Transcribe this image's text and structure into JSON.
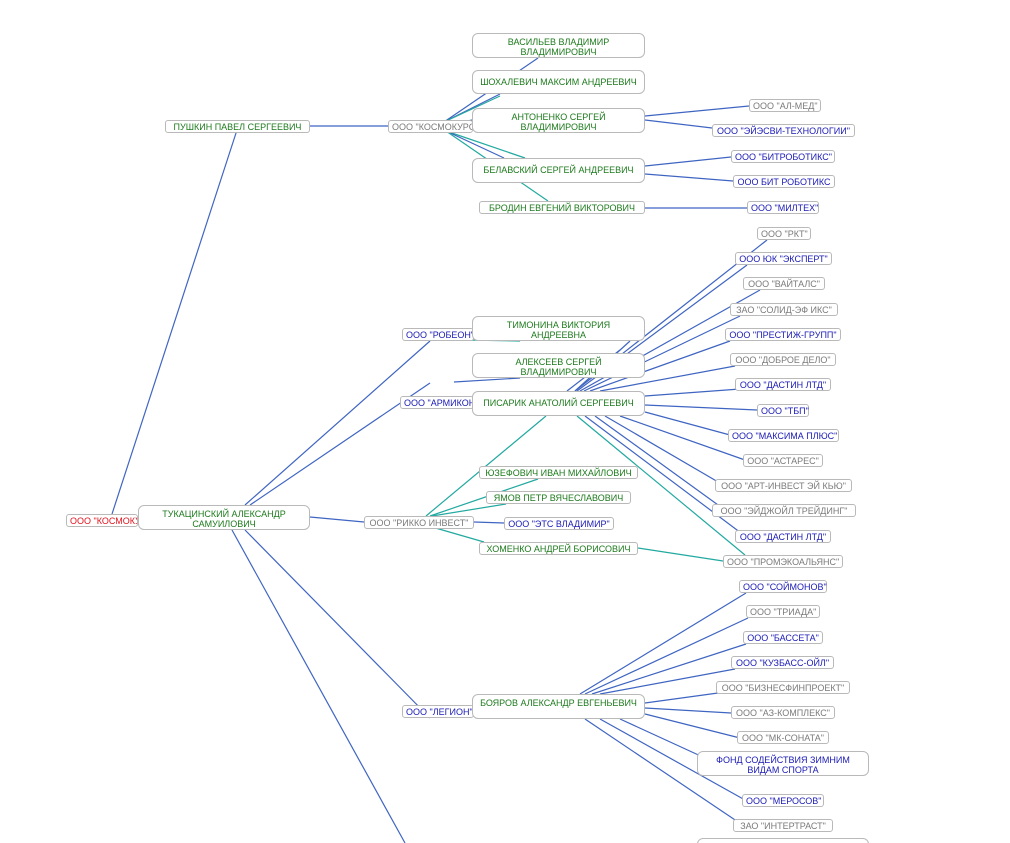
{
  "colors": {
    "company_edge": "#3f65c2",
    "person_edge": "#22a9a0",
    "person_text": "#1d7a1d",
    "company_text_active": "#1a1ab5",
    "company_text_inactive": "#7a7a7a",
    "root_text": "#e0141e",
    "node_border": "#b9b9b9"
  },
  "nodes": {
    "root": {
      "label": "ООО \"КОСМОКУ"
    },
    "pushkin": {
      "label": "ПУШКИН ПАВЕЛ СЕРГЕЕВИЧ"
    },
    "kosmokur": {
      "label": "ООО \"КОСМОКУРС"
    },
    "vasiliev": {
      "label": "ВАСИЛЬЕВ ВЛАДИМИР ВЛАДИМИРОВИЧ"
    },
    "shokhalevich": {
      "label": "ШОХАЛЕВИЧ МАКСИМ АНДРЕЕВИЧ"
    },
    "antonenko": {
      "label": "АНТОНЕНКО СЕРГЕЙ ВЛАДИМИРОВИЧ"
    },
    "al_med": {
      "label": "ООО \"АЛ-МЕД\""
    },
    "eisvi": {
      "label": "ООО \"ЭЙЭСВИ-ТЕХНОЛОГИИ\""
    },
    "belavsky": {
      "label": "БЕЛАВСКИЙ СЕРГЕЙ АНДРЕЕВИЧ"
    },
    "bitrobotiks": {
      "label": "ООО \"БИТРОБОТИКС\""
    },
    "bit_robotiks": {
      "label": "ООО БИТ РОБОТИКС"
    },
    "brodin": {
      "label": "БРОДИН ЕВГЕНИЙ ВИКТОРОВИЧ"
    },
    "milteh": {
      "label": "ООО \"МИЛТЕХ\""
    },
    "rkt": {
      "label": "ООО \"РКТ\""
    },
    "yuk_expert": {
      "label": "ООО ЮК \"ЭКСПЕРТ\""
    },
    "vaitals": {
      "label": "ООО \"ВАЙТАЛС\""
    },
    "solid_ef": {
      "label": "ЗАО \"СОЛИД-ЭФ ИКС\""
    },
    "prestizh": {
      "label": "ООО \"ПРЕСТИЖ-ГРУПП\""
    },
    "dobroe": {
      "label": "ООО \"ДОБРОЕ ДЕЛО\""
    },
    "dastin1": {
      "label": "ООО \"ДАСТИН ЛТД\""
    },
    "tbp": {
      "label": "ООО \"ТБП\""
    },
    "maxima": {
      "label": "ООО \"МАКСИМА ПЛЮС\""
    },
    "astares": {
      "label": "ООО \"АСТАРЕС\""
    },
    "art_invest": {
      "label": "ООО \"АРТ-ИНВЕСТ ЭЙ КЬЮ\""
    },
    "edzhoil": {
      "label": "ООО \"ЭЙДЖОЙЛ ТРЕЙДИНГ\""
    },
    "dastin2": {
      "label": "ООО \"ДАСТИН ЛТД\""
    },
    "promeko": {
      "label": "ООО \"ПРОМЭКОАЛЬЯНС\""
    },
    "robeon": {
      "label": "ООО \"РОБЕОН\""
    },
    "timonina": {
      "label": "ТИМОНИНА ВИКТОРИЯ АНДРЕЕВНА"
    },
    "alekseev": {
      "label": "АЛЕКСЕЕВ СЕРГЕЙ ВЛАДИМИРОВИЧ"
    },
    "armikon": {
      "label": "ООО \"АРМИКОН"
    },
    "pisarik": {
      "label": "ПИСАРИК АНАТОЛИЙ СЕРГЕЕВИЧ"
    },
    "tukacinsky": {
      "label": "ТУКАЦИНСКИЙ АЛЕКСАНДР САМУИЛОВИЧ"
    },
    "rikko": {
      "label": "ООО \"РИККО ИНВЕСТ\""
    },
    "yuzefovich": {
      "label": "ЮЗЕФОВИЧ ИВАН МИХАЙЛОВИЧ"
    },
    "yamov": {
      "label": "ЯМОВ ПЕТР ВЯЧЕСЛАВОВИЧ"
    },
    "ets": {
      "label": "ООО \"ЭТС ВЛАДИМИР\""
    },
    "khomenko": {
      "label": "ХОМЕНКО АНДРЕЙ БОРИСОВИЧ"
    },
    "legion": {
      "label": "ООО \"ЛЕГИОН\""
    },
    "boyarov": {
      "label": "БОЯРОВ АЛЕКСАНДР ЕВГЕНЬЕВИЧ"
    },
    "soimonov": {
      "label": "ООО \"СОЙМОНОВ\""
    },
    "triada": {
      "label": "ООО \"ТРИАДА\""
    },
    "basseta": {
      "label": "ООО \"БАССЕТА\""
    },
    "kuzbass": {
      "label": "ООО \"КУЗБАСС-ОЙЛ\""
    },
    "biznesfin": {
      "label": "ООО \"БИЗНЕСФИНПРОЕКТ\""
    },
    "az_kompleks": {
      "label": "ООО \"АЗ-КОМПЛЕКС\""
    },
    "mk_sonata": {
      "label": "ООО \"МК-СОНАТА\""
    },
    "fond": {
      "label": "ФОНД СОДЕЙСТВИЯ ЗИМНИМ ВИДАМ СПОРТА"
    },
    "merosov": {
      "label": "ООО \"МЕРОСОВ\""
    },
    "intertrast": {
      "label": "ЗАО \"ИНТЕРТРАСТ\""
    }
  }
}
